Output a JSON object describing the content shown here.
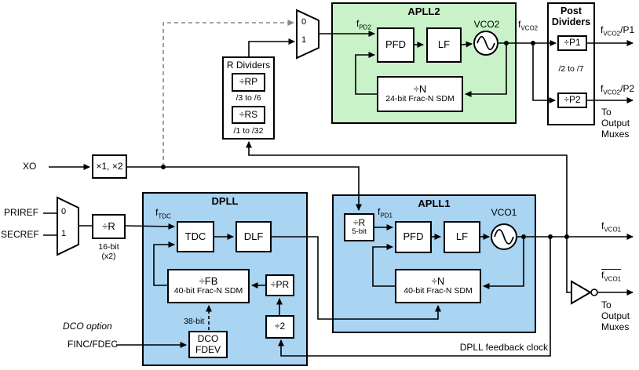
{
  "inputs": {
    "xo": "XO",
    "priref": "PRIREF",
    "secref": "SECREF",
    "finc_fdec": "FINC/FDEC",
    "dco_option": "DCO option"
  },
  "xo_doubler": {
    "label": "×1, ×2"
  },
  "apll2_ref_mux": {
    "in0": "0",
    "in1": "1"
  },
  "dpll_ref_mux": {
    "in0": "0",
    "in1": "1"
  },
  "r_dividers": {
    "title": "R Dividers",
    "rp": "÷RP",
    "rp_range": "/3 to /6",
    "rs": "÷RS",
    "rs_range": "/1 to /32"
  },
  "apll2": {
    "title": "APLL2",
    "fpd2": {
      "base": "f",
      "sub": "PD2"
    },
    "pfd": "PFD",
    "lf": "LF",
    "vco": "VCO2",
    "ndiv": "÷N",
    "ndiv_sub": "24-bit Frac-N SDM",
    "fvco2": {
      "base": "f",
      "sub": "VCO2"
    }
  },
  "post_dividers": {
    "title": "Post Dividers",
    "p1": "÷P1",
    "range": "/2 to /7",
    "p2": "÷P2",
    "out_p1": {
      "base": "f",
      "sub": "VCO2",
      "suffix": "/P1"
    },
    "out_p2": {
      "base": "f",
      "sub": "VCO2",
      "suffix": "/P2"
    },
    "note": "To Output Muxes"
  },
  "dpll": {
    "title": "DPLL",
    "rdiv": "÷R",
    "rdiv_note1": "16-bit",
    "rdiv_note2": "(x2)",
    "ftdc": {
      "base": "f",
      "sub": "TDC"
    },
    "tdc": "TDC",
    "dlf": "DLF",
    "fb": "÷FB",
    "fb_sub": "40-bit Frac-N SDM",
    "pr": "÷PR",
    "div2": "÷2",
    "dco_line1": "DCO",
    "dco_line2": "FDEV",
    "bit38": "38-bit"
  },
  "apll1": {
    "title": "APLL1",
    "rdiv": "÷R",
    "rdiv_sub": "5-bit",
    "fpd1": {
      "base": "f",
      "sub": "PD1"
    },
    "pfd": "PFD",
    "lf": "LF",
    "vco": "VCO1",
    "ndiv": "÷N",
    "ndiv_sub": "40-bit Frac-N SDM"
  },
  "outputs": {
    "fvco1": {
      "base": "f",
      "sub": "VCO1"
    },
    "fvco1_inv": {
      "base": "f",
      "sub": "VCO1"
    },
    "note": "To Output Muxes"
  },
  "annotations": {
    "dpll_feedback": "DPLL feedback clock"
  },
  "colors": {
    "apll2_fill": "#c9f2c9",
    "dpll_fill": "#a9d4f2",
    "apll1_fill": "#a9d4f2",
    "wire": "#000000",
    "dashed_gray": "#808080"
  }
}
